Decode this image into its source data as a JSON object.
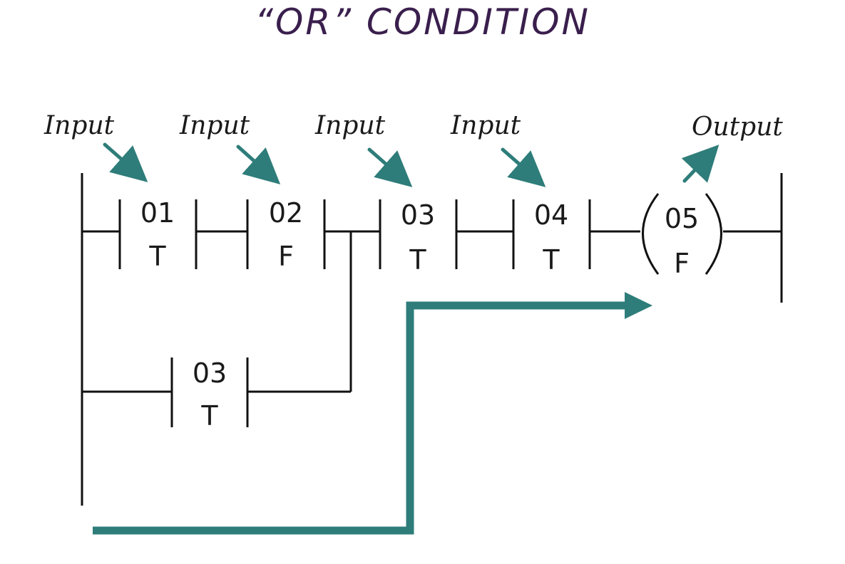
{
  "title": "“OR” CONDITION",
  "labels": {
    "input": "Input",
    "output": "Output"
  },
  "contacts": [
    {
      "address": "01",
      "state": "T"
    },
    {
      "address": "02",
      "state": "F"
    },
    {
      "address": "03",
      "state": "T"
    },
    {
      "address": "04",
      "state": "T"
    }
  ],
  "branch_contact": {
    "address": "03",
    "state": "T"
  },
  "coil": {
    "address": "05",
    "state": "F"
  },
  "colors": {
    "title": "#3a1f4d",
    "accent": "#2e7d7a",
    "line": "#111111"
  }
}
